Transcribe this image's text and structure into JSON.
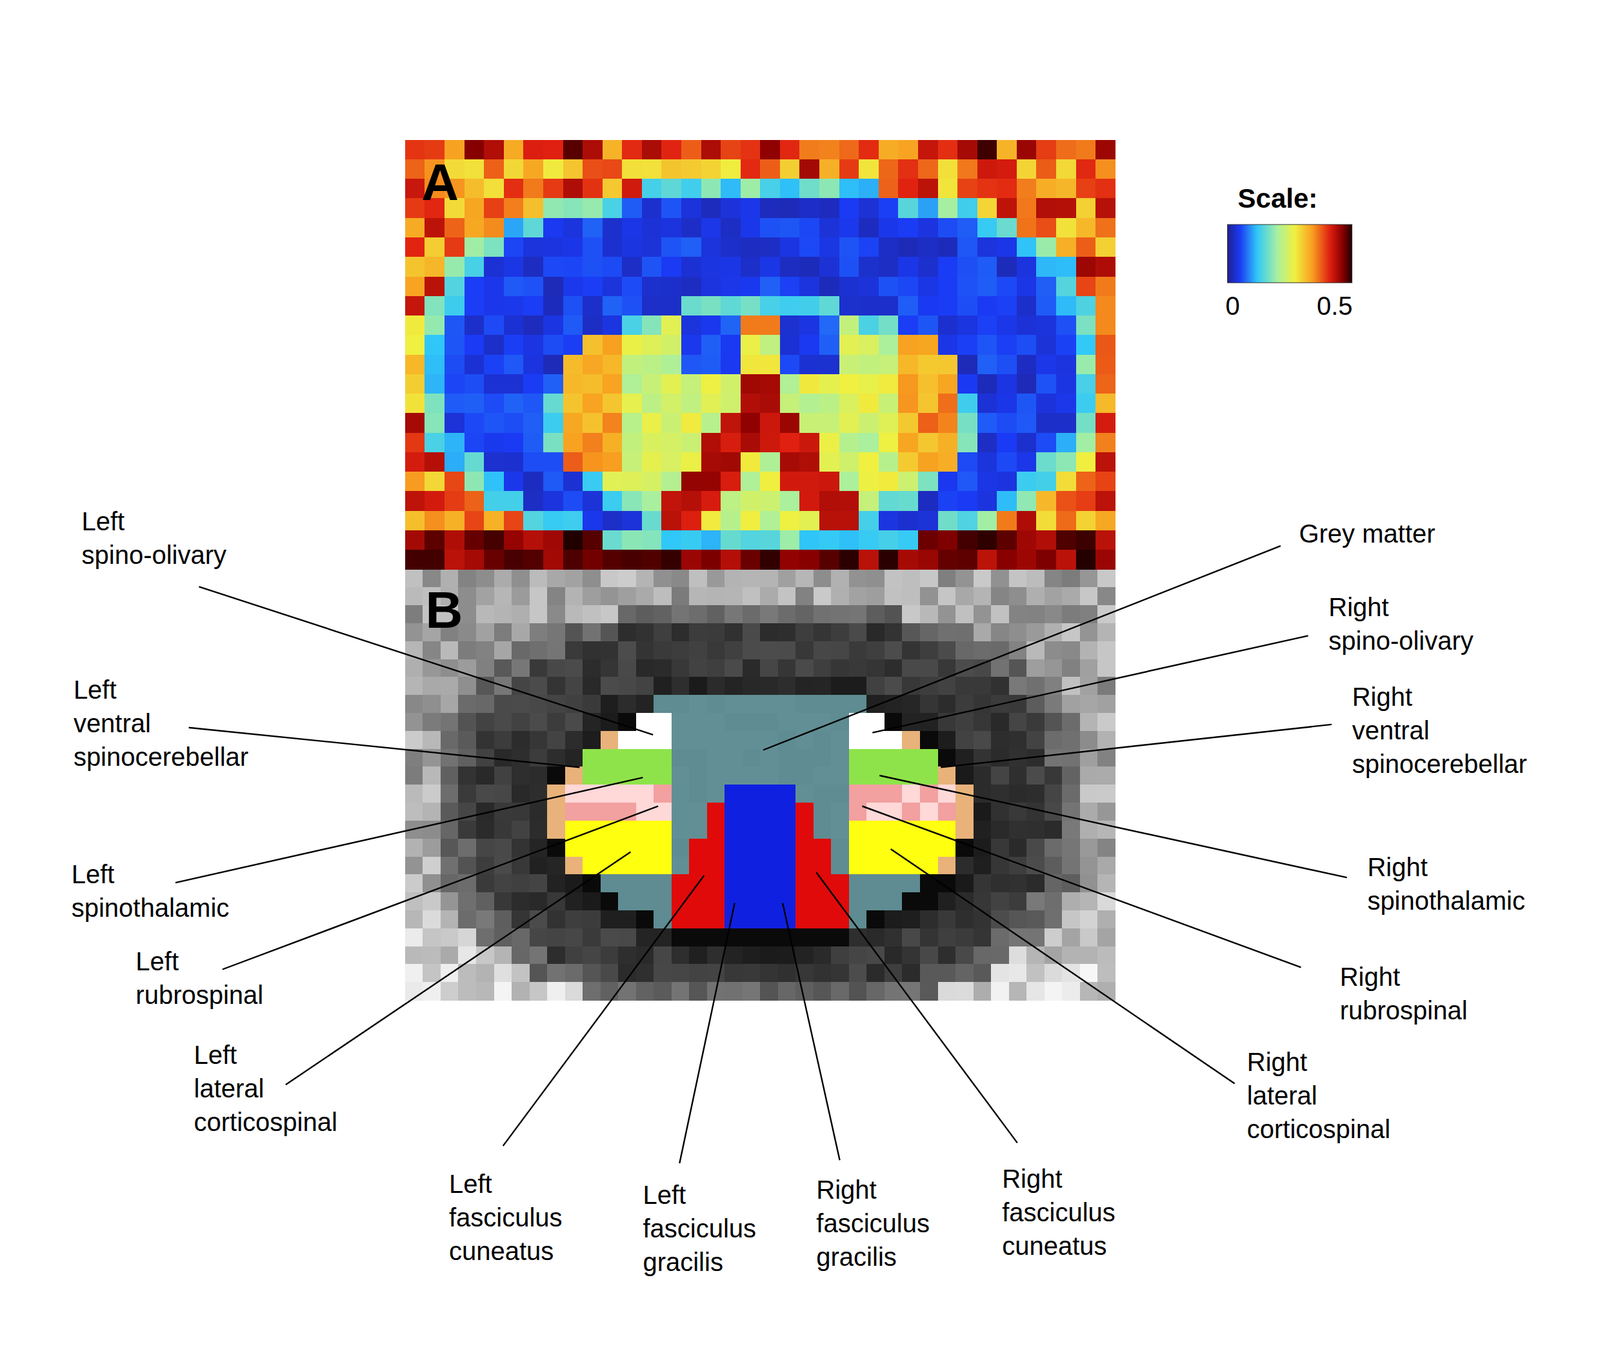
{
  "diagram": {
    "labels": [
      "A",
      "B",
      "Scale:",
      "0",
      "0.5",
      "Left spino-olivary",
      "Left ventral spinocerebellar",
      "Left spinothalamic",
      "Left rubrospinal",
      "Left lateral corticospinal",
      "Left fasciculus cuneatus",
      "Left fasciculus gracilis",
      "Right fasciculus gracilis",
      "Right fasciculus cuneatus",
      "Right lateral corticospinal",
      "Right rubrospinal",
      "Right spinothalamic",
      "Right ventral spinocerebellar",
      "Right spino-olivary",
      "Grey matter"
    ]
  }
}
